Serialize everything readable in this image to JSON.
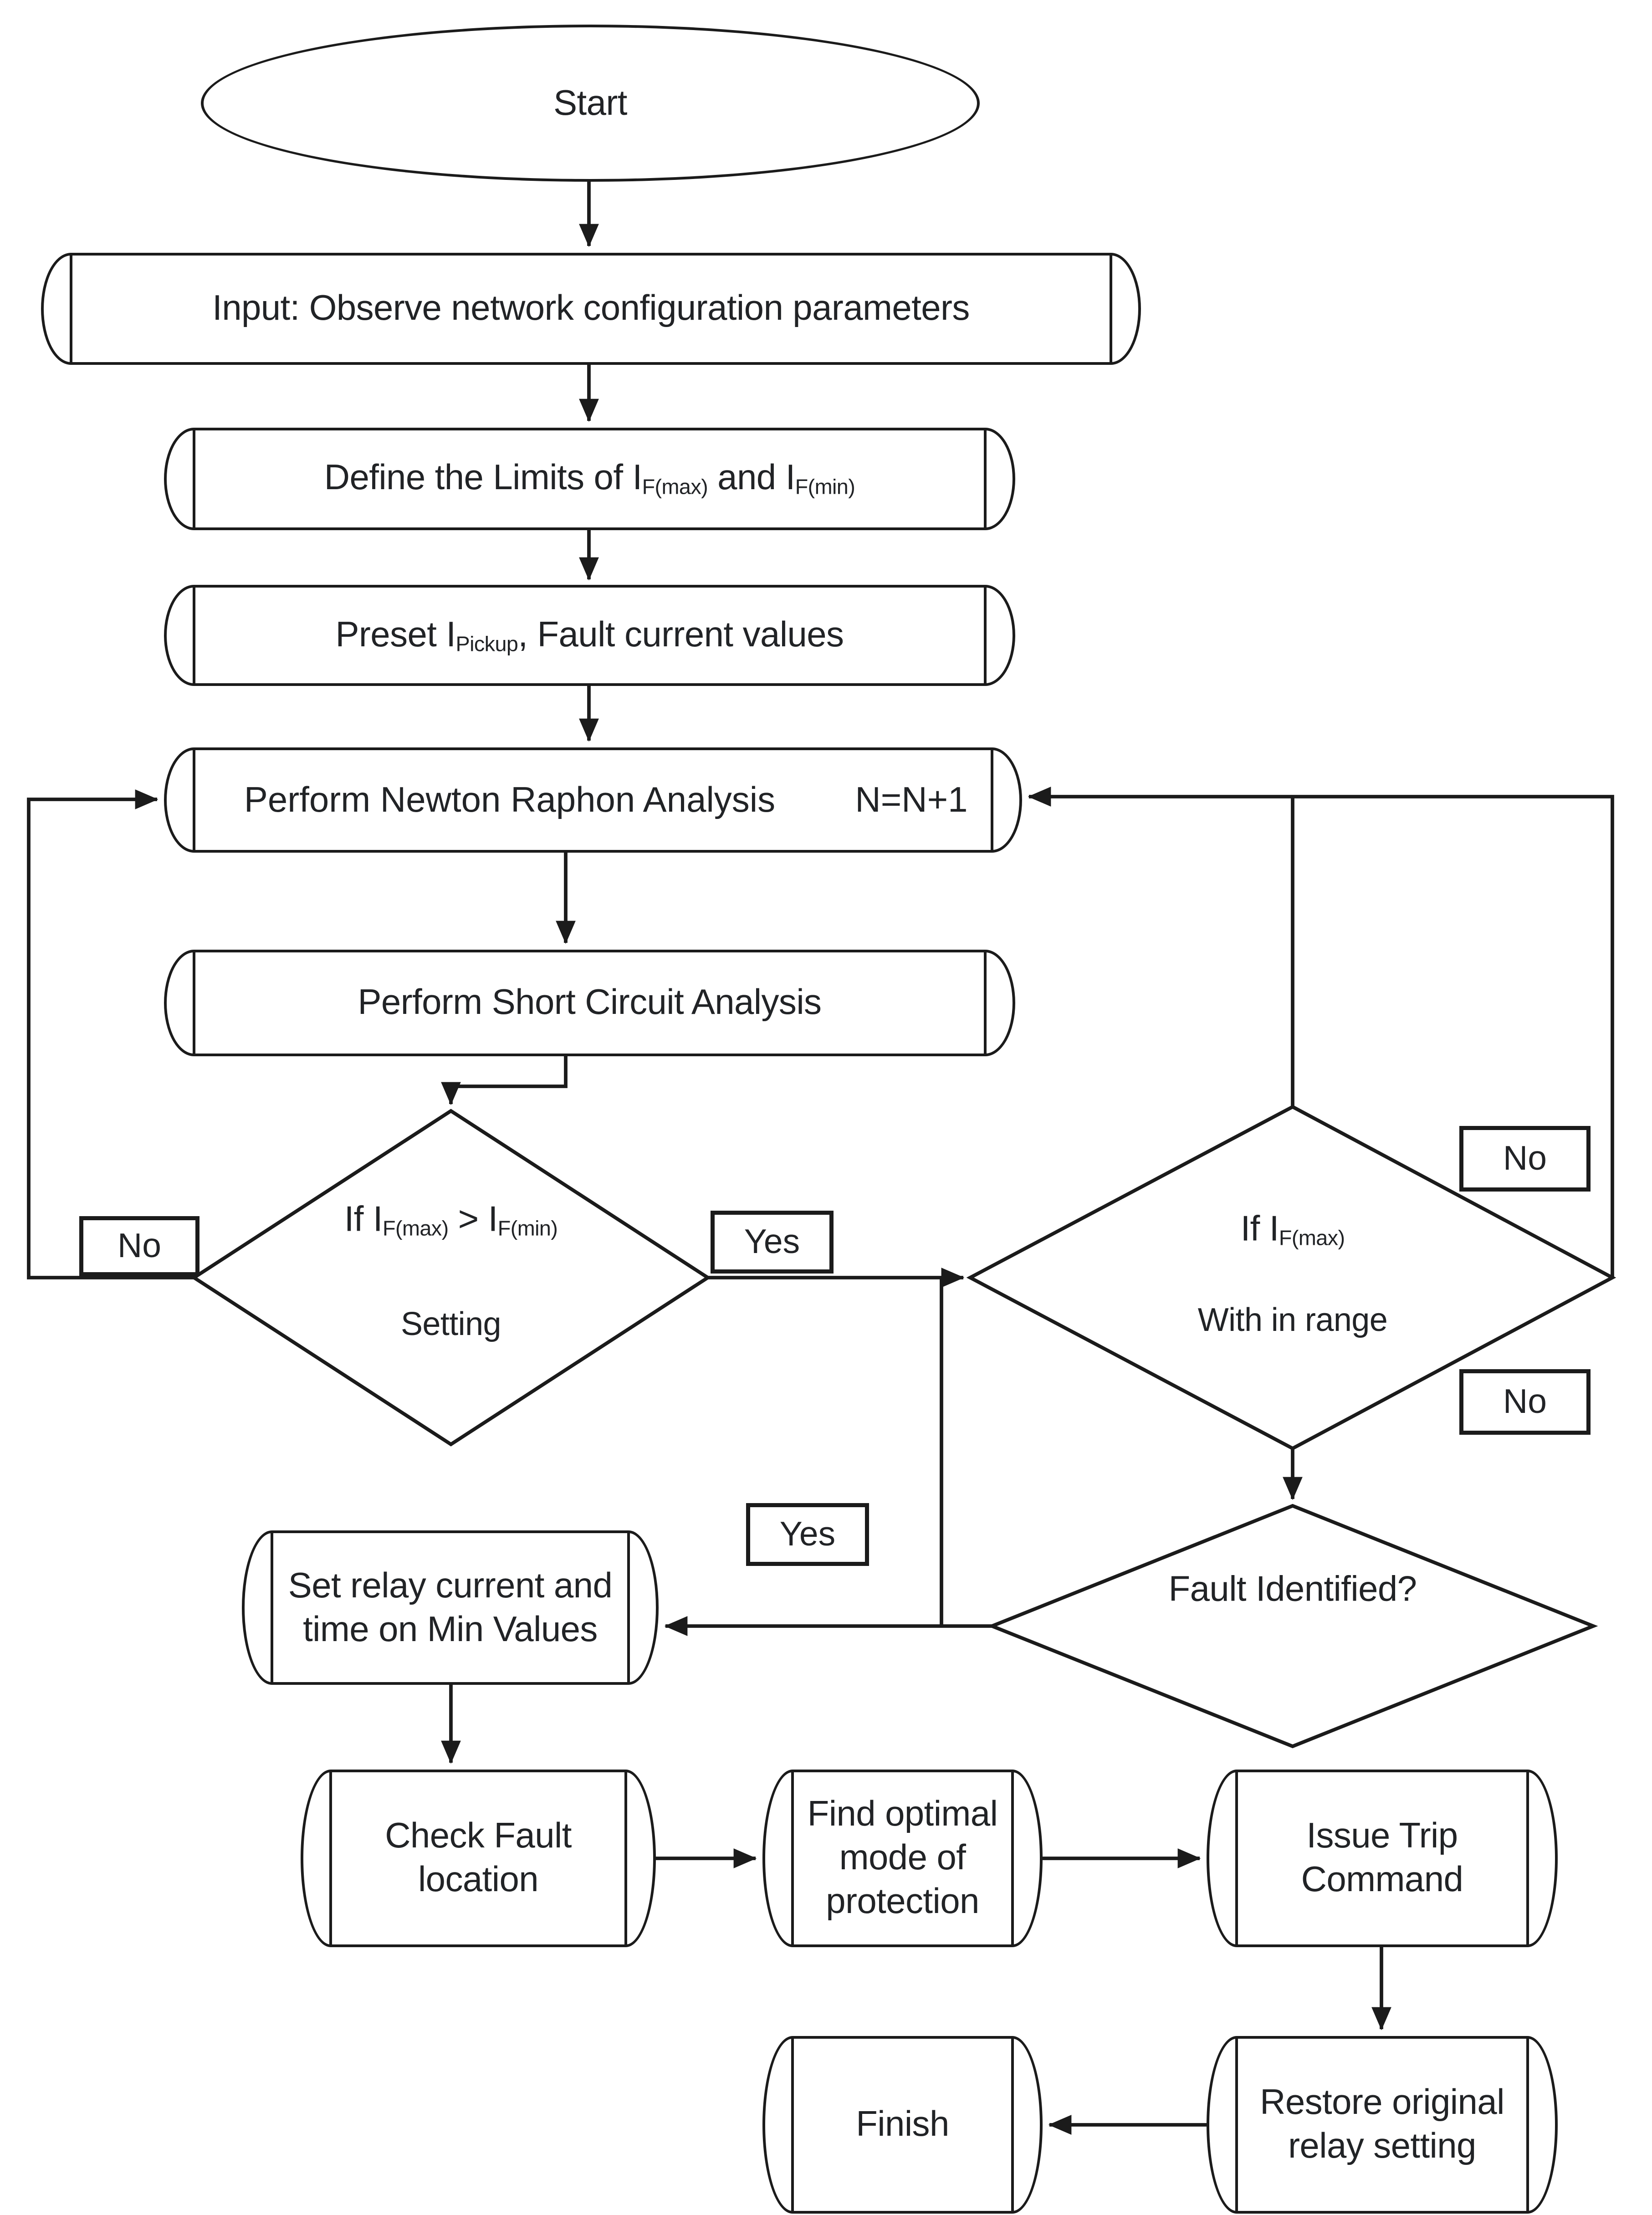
{
  "flowchart": {
    "colors": {
      "line": "#1b1b1b",
      "text": "#212326",
      "background": "#ffffff"
    },
    "nodes": {
      "start": {
        "label": "Start"
      },
      "input": {
        "label": "Input: Observe network configuration parameters"
      },
      "define_limits": {
        "parts": [
          {
            "t": "Define the Limits of  I"
          },
          {
            "t": "F(max)",
            "sub": true
          },
          {
            "t": " and I"
          },
          {
            "t": "F(min)",
            "sub": true
          }
        ]
      },
      "preset": {
        "parts": [
          {
            "t": "Preset I"
          },
          {
            "t": "Pickup",
            "sub": true
          },
          {
            "t": ", Fault current values"
          }
        ]
      },
      "newton": {
        "label": "Perform Newton Raphon Analysis",
        "counter": "N=N+1"
      },
      "short_circuit": {
        "label": "Perform Short Circuit Analysis"
      },
      "decision_limits": {
        "line1_parts": [
          {
            "t": "If I"
          },
          {
            "t": "F(max)",
            "sub": true
          },
          {
            "t": " > I"
          },
          {
            "t": "F(min)",
            "sub": true
          }
        ],
        "line2": "Setting"
      },
      "decision_range": {
        "line1_parts": [
          {
            "t": "If I"
          },
          {
            "t": "F(max)",
            "sub": true
          }
        ],
        "line2": "With in range"
      },
      "decision_fault": {
        "label": "Fault Identified?"
      },
      "set_relay": {
        "lines": [
          "Set relay current and",
          "time on Min Values"
        ]
      },
      "check_fault": {
        "lines": [
          "Check Fault",
          "location"
        ]
      },
      "find_optimal": {
        "lines": [
          "Find optimal",
          "mode of",
          "protection"
        ]
      },
      "issue_trip": {
        "lines": [
          "Issue Trip",
          "Command"
        ]
      },
      "restore": {
        "lines": [
          "Restore original",
          "relay setting"
        ]
      },
      "finish": {
        "label": "Finish"
      }
    },
    "edge_labels": {
      "yes_to_range": "Yes",
      "yes_to_set_relay": "Yes",
      "no_left_loop": "No",
      "no_right_loop": "No",
      "no_fault": "No"
    }
  }
}
